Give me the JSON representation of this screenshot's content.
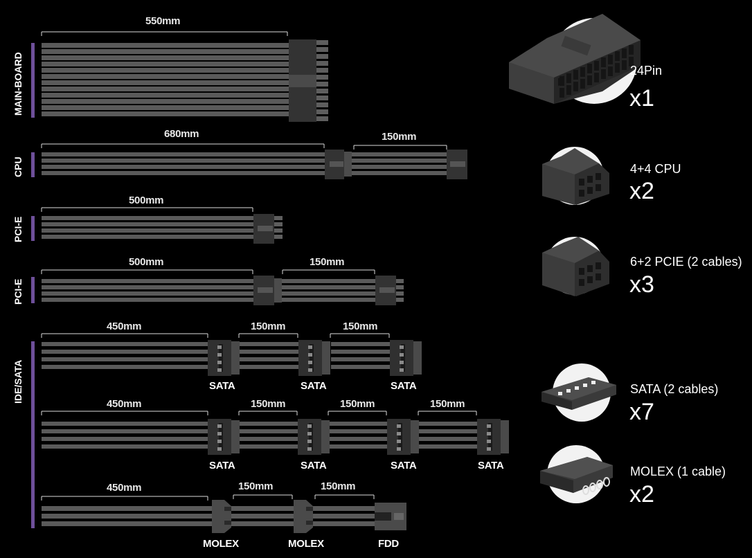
{
  "categories": [
    {
      "label": "MAIN-BOARD"
    },
    {
      "label": "CPU"
    },
    {
      "label": "PCI-E"
    },
    {
      "label": "PCI-E"
    },
    {
      "label": "IDE/SATA"
    }
  ],
  "cables": {
    "mainboard": {
      "len": "550mm"
    },
    "cpu": {
      "len1": "680mm",
      "len2": "150mm"
    },
    "pcie1": {
      "len": "500mm"
    },
    "pcie2": {
      "len1": "500mm",
      "len2": "150mm"
    },
    "sata1": {
      "lens": [
        "450mm",
        "150mm",
        "150mm"
      ],
      "connectors": [
        "SATA",
        "SATA",
        "SATA"
      ]
    },
    "sata2": {
      "lens": [
        "450mm",
        "150mm",
        "150mm",
        "150mm"
      ],
      "connectors": [
        "SATA",
        "SATA",
        "SATA",
        "SATA"
      ]
    },
    "molex": {
      "lens": [
        "450mm",
        "150mm",
        "150mm"
      ],
      "connectors": [
        "MOLEX",
        "MOLEX",
        "FDD"
      ]
    }
  },
  "connectors": [
    {
      "name": "24Pin",
      "qty": "x1",
      "icon": "atx-24pin-icon"
    },
    {
      "name": "4+4 CPU",
      "qty": "x2",
      "icon": "cpu-8pin-icon"
    },
    {
      "name": "6+2 PCIE (2 cables)",
      "qty": "x3",
      "icon": "pcie-8pin-icon"
    },
    {
      "name": "SATA (2 cables)",
      "qty": "x7",
      "icon": "sata-icon"
    },
    {
      "name": "MOLEX (1 cable)",
      "qty": "x2",
      "icon": "molex-icon"
    }
  ],
  "colors": {
    "accent": "#6e4f9a",
    "cable": "#5a5a5a",
    "connector": "#3a3a3a"
  }
}
